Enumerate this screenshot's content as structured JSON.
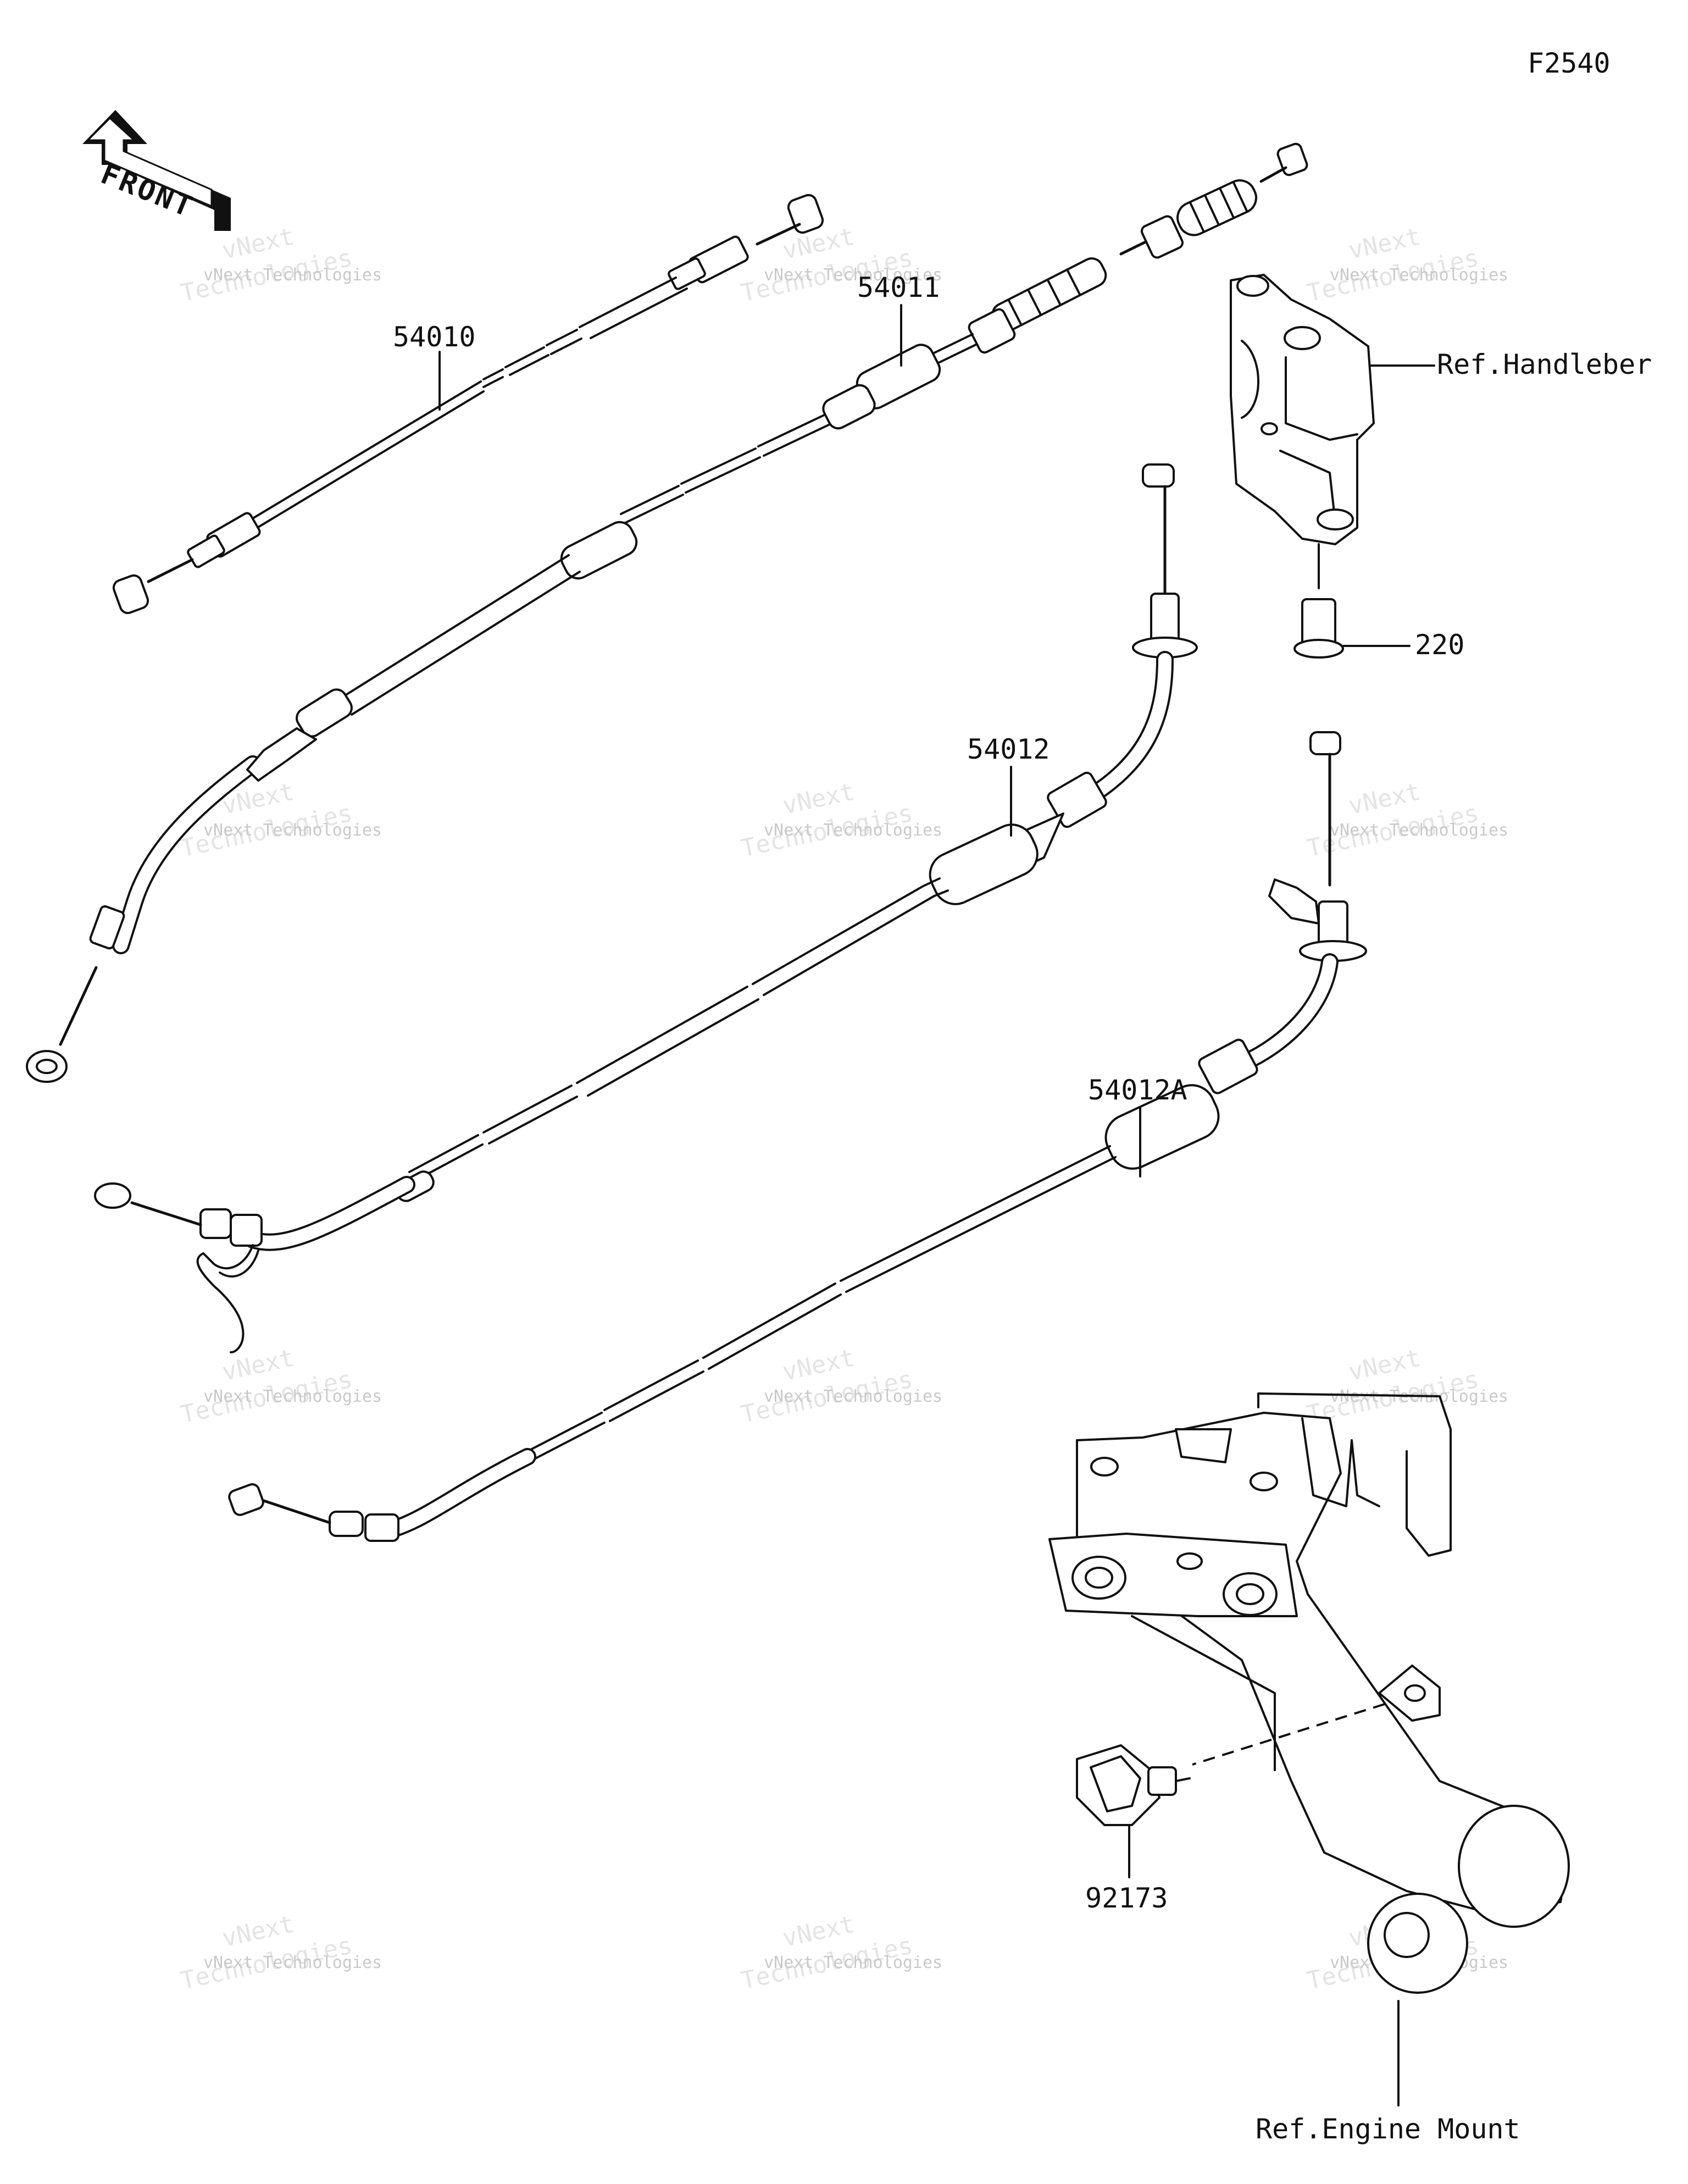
{
  "figure_code": "F2540",
  "front_arrow_label": "FRONT",
  "callouts": [
    {
      "id": "54010",
      "label": "54010"
    },
    {
      "id": "54011",
      "label": "54011"
    },
    {
      "id": "54012",
      "label": "54012"
    },
    {
      "id": "54012A",
      "label": "54012A"
    },
    {
      "id": "ref-handlebar",
      "label": "Ref.Handleber"
    },
    {
      "id": "220",
      "label": "220"
    },
    {
      "id": "92173",
      "label": "92173"
    },
    {
      "id": "ref-engine-mount",
      "label": "Ref.Engine Mount"
    }
  ],
  "watermark": {
    "line1": "vNext Technologies",
    "line2": "Technologies",
    "line3": "vNext"
  },
  "colors": {
    "line": "#111111",
    "background": "#ffffff",
    "watermark": "#cccccc"
  }
}
